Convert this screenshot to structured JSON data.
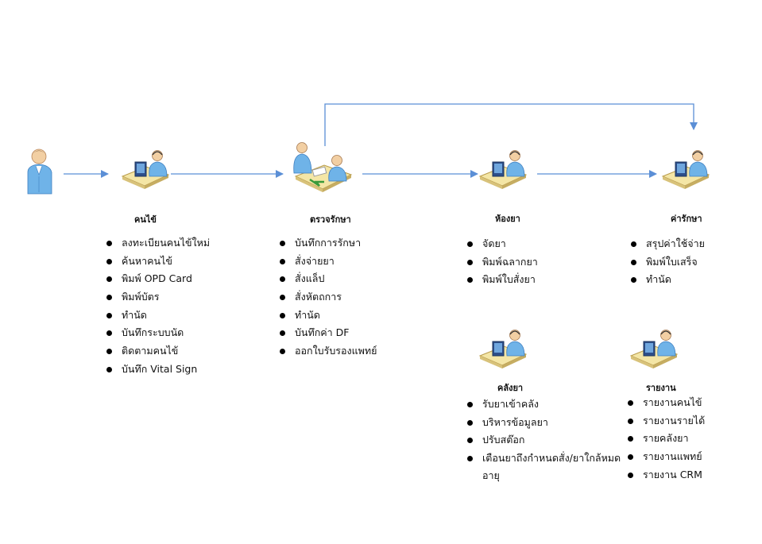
{
  "stations": {
    "patient": {
      "title": "คนไข้"
    },
    "exam": {
      "title": "ตรวจรักษา"
    },
    "pharmacy": {
      "title": "ห้องยา"
    },
    "billing": {
      "title": "ค่ารักษา"
    },
    "warehouse": {
      "title": "คลังยา"
    },
    "reports": {
      "title": "รายงาน"
    }
  },
  "lists": {
    "patient": [
      "ลงทะเบียนคนไข้ใหม่",
      "ค้นหาคนไข้",
      "พิมพ์ OPD Card",
      "พิมพ์บัตร",
      "ทำนัด",
      "บันทึกระบบนัด",
      "ติดตามคนไข้",
      "บันทึก Vital Sign"
    ],
    "exam": [
      "บันทึกการรักษา",
      "สั่งจ่ายยา",
      "สั่งแล็ป",
      "สั่งหัตถการ",
      "ทำนัด",
      "บันทึกค่า DF",
      "ออกใบรับรองแพทย์"
    ],
    "pharmacy": [
      "จัดยา",
      "พิมพ์ฉลากยา",
      "พิมพ์ใบสั่งยา"
    ],
    "billing": [
      "สรุปค่าใช้จ่าย",
      "พิมพ์ใบเสร็จ",
      "ทำนัด"
    ],
    "warehouse": [
      "รับยาเข้าคลัง",
      "บริหารข้อมูลยา",
      "ปรับสต๊อก",
      "เตือนยาถึงกำหนดสั่ง/ยาใกล้หมดอายุ"
    ],
    "reports": [
      "รายงานคนไข้",
      "รายงานรายได้",
      "รายคลังยา",
      "รายงานแพทย์",
      "รายงาน CRM"
    ]
  },
  "colors": {
    "arrow": "#5b8fd6",
    "desk": "#f4e6a6",
    "desk_edge": "#b89b4a",
    "monitor": "#2d4f8a",
    "person": "#6fb3e8"
  }
}
